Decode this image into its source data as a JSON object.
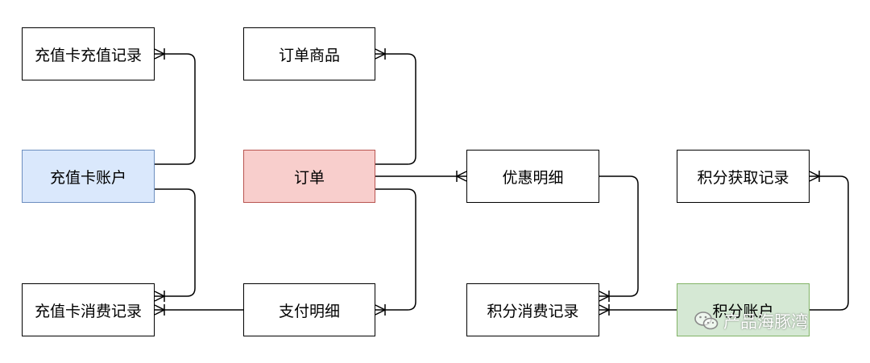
{
  "nodes": {
    "card_recharge_record": "充值卡充值记录",
    "card_account": "充值卡账户",
    "card_consume_record": "充值卡消费记录",
    "order_goods": "订单商品",
    "order": "订单",
    "pay_detail": "支付明细",
    "discount_detail": "优惠明细",
    "points_consume_record": "积分消费记录",
    "points_gain_record": "积分获取记录",
    "points_account": "积分账户"
  },
  "colors": {
    "card_account_fill": "#dae8fc",
    "order_fill": "#f8cecc",
    "points_account_fill": "#d5e8d4",
    "line": "#000000"
  },
  "watermark": {
    "text": "产品海豚湾",
    "icon": "wechat-icon"
  }
}
